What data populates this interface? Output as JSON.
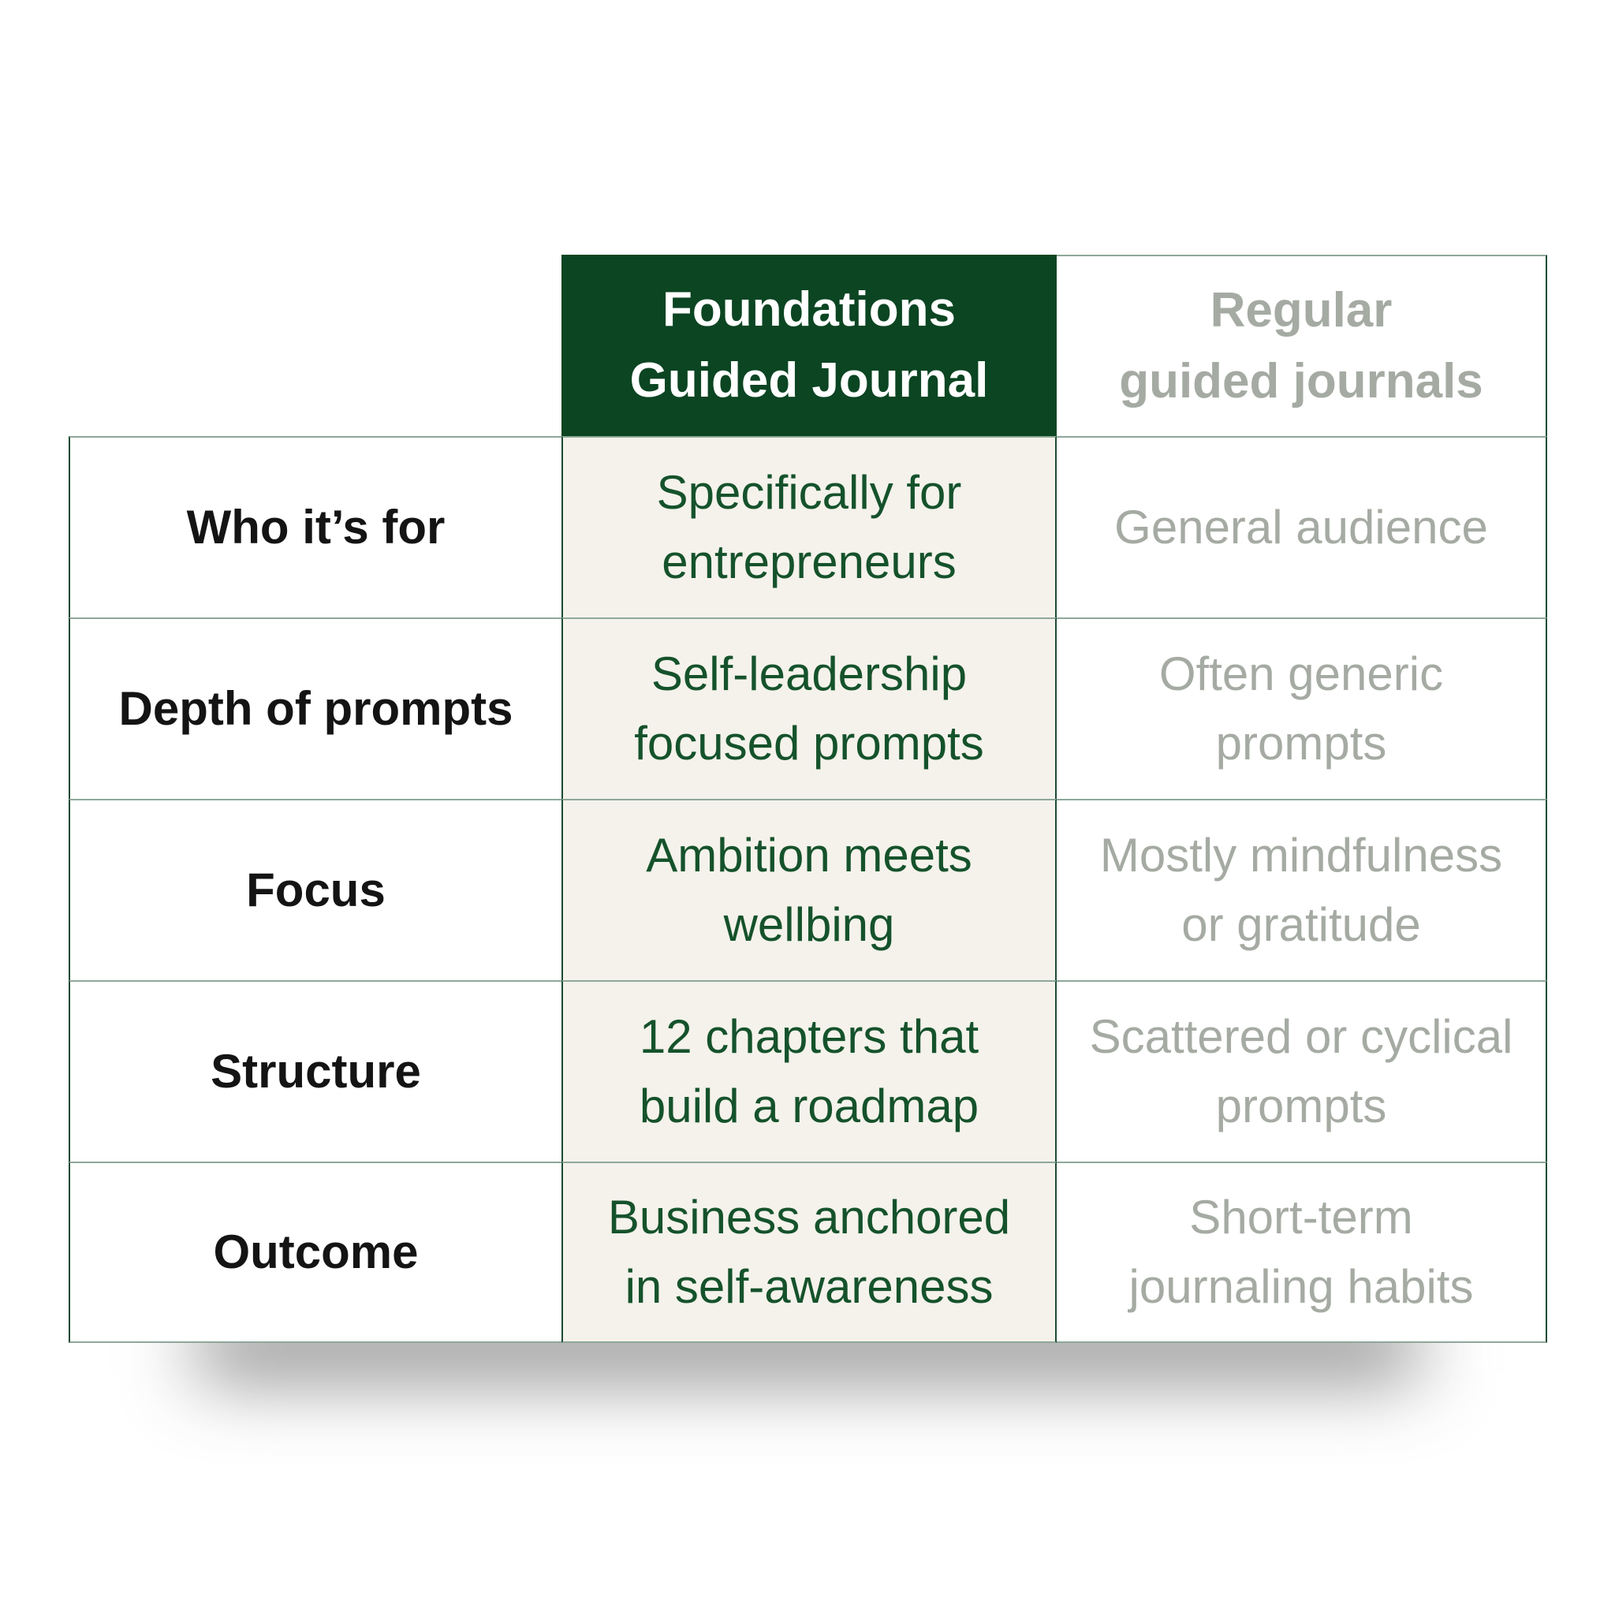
{
  "chart_data": {
    "type": "table",
    "title": "",
    "columns": [
      "",
      "Foundations Guided Journal",
      "Regular guided journals"
    ],
    "rows": [
      [
        "Who it’s for",
        "Specifically for entrepreneurs",
        "General audience"
      ],
      [
        "Depth of prompts",
        "Self-leadership focused prompts",
        "Often generic prompts"
      ],
      [
        "Focus",
        "Ambition meets wellbing",
        "Mostly mindfulness or gratitude"
      ],
      [
        "Structure",
        "12 chapters that build a roadmap",
        "Scattered or cyclical prompts"
      ],
      [
        "Outcome",
        "Business anchored in self-awareness",
        "Short-term journaling habits"
      ]
    ],
    "legend_position": "none",
    "grid": true
  },
  "table": {
    "header": {
      "foundations": {
        "line1": "Foundations",
        "line2": "Guided Journal"
      },
      "regular": {
        "line1": "Regular",
        "line2": "guided journals"
      }
    },
    "rows": [
      {
        "label": "Who it’s for",
        "foundations": {
          "line1": "Specifically for",
          "line2": "entrepreneurs"
        },
        "regular": {
          "line1": "General audience"
        }
      },
      {
        "label": "Depth of prompts",
        "foundations": {
          "line1": "Self-leadership",
          "line2": "focused prompts"
        },
        "regular": {
          "line1": "Often generic",
          "line2": "prompts"
        }
      },
      {
        "label": "Focus",
        "foundations": {
          "line1": "Ambition meets",
          "line2": "wellbing"
        },
        "regular": {
          "line1": "Mostly mindfulness",
          "line2": "or gratitude"
        }
      },
      {
        "label": "Structure",
        "foundations": {
          "line1": "12 chapters that",
          "line2": "build a roadmap"
        },
        "regular": {
          "line1": "Scattered or cyclical",
          "line2": "prompts"
        }
      },
      {
        "label": "Outcome",
        "foundations": {
          "line1": "Business anchored",
          "line2": "in self-awareness"
        },
        "regular": {
          "line1": "Short-term",
          "line2": "journaling habits"
        }
      }
    ]
  },
  "colors": {
    "header_green_bg": "#0b4522",
    "green_text": "#15522b",
    "gray_text": "#a5aba3",
    "beige_bg": "#f4f2eb",
    "black_text": "#141414",
    "border_dark": "#1d4b33",
    "border_light": "#8fa79a",
    "canvas_bg": "#ffffff"
  }
}
